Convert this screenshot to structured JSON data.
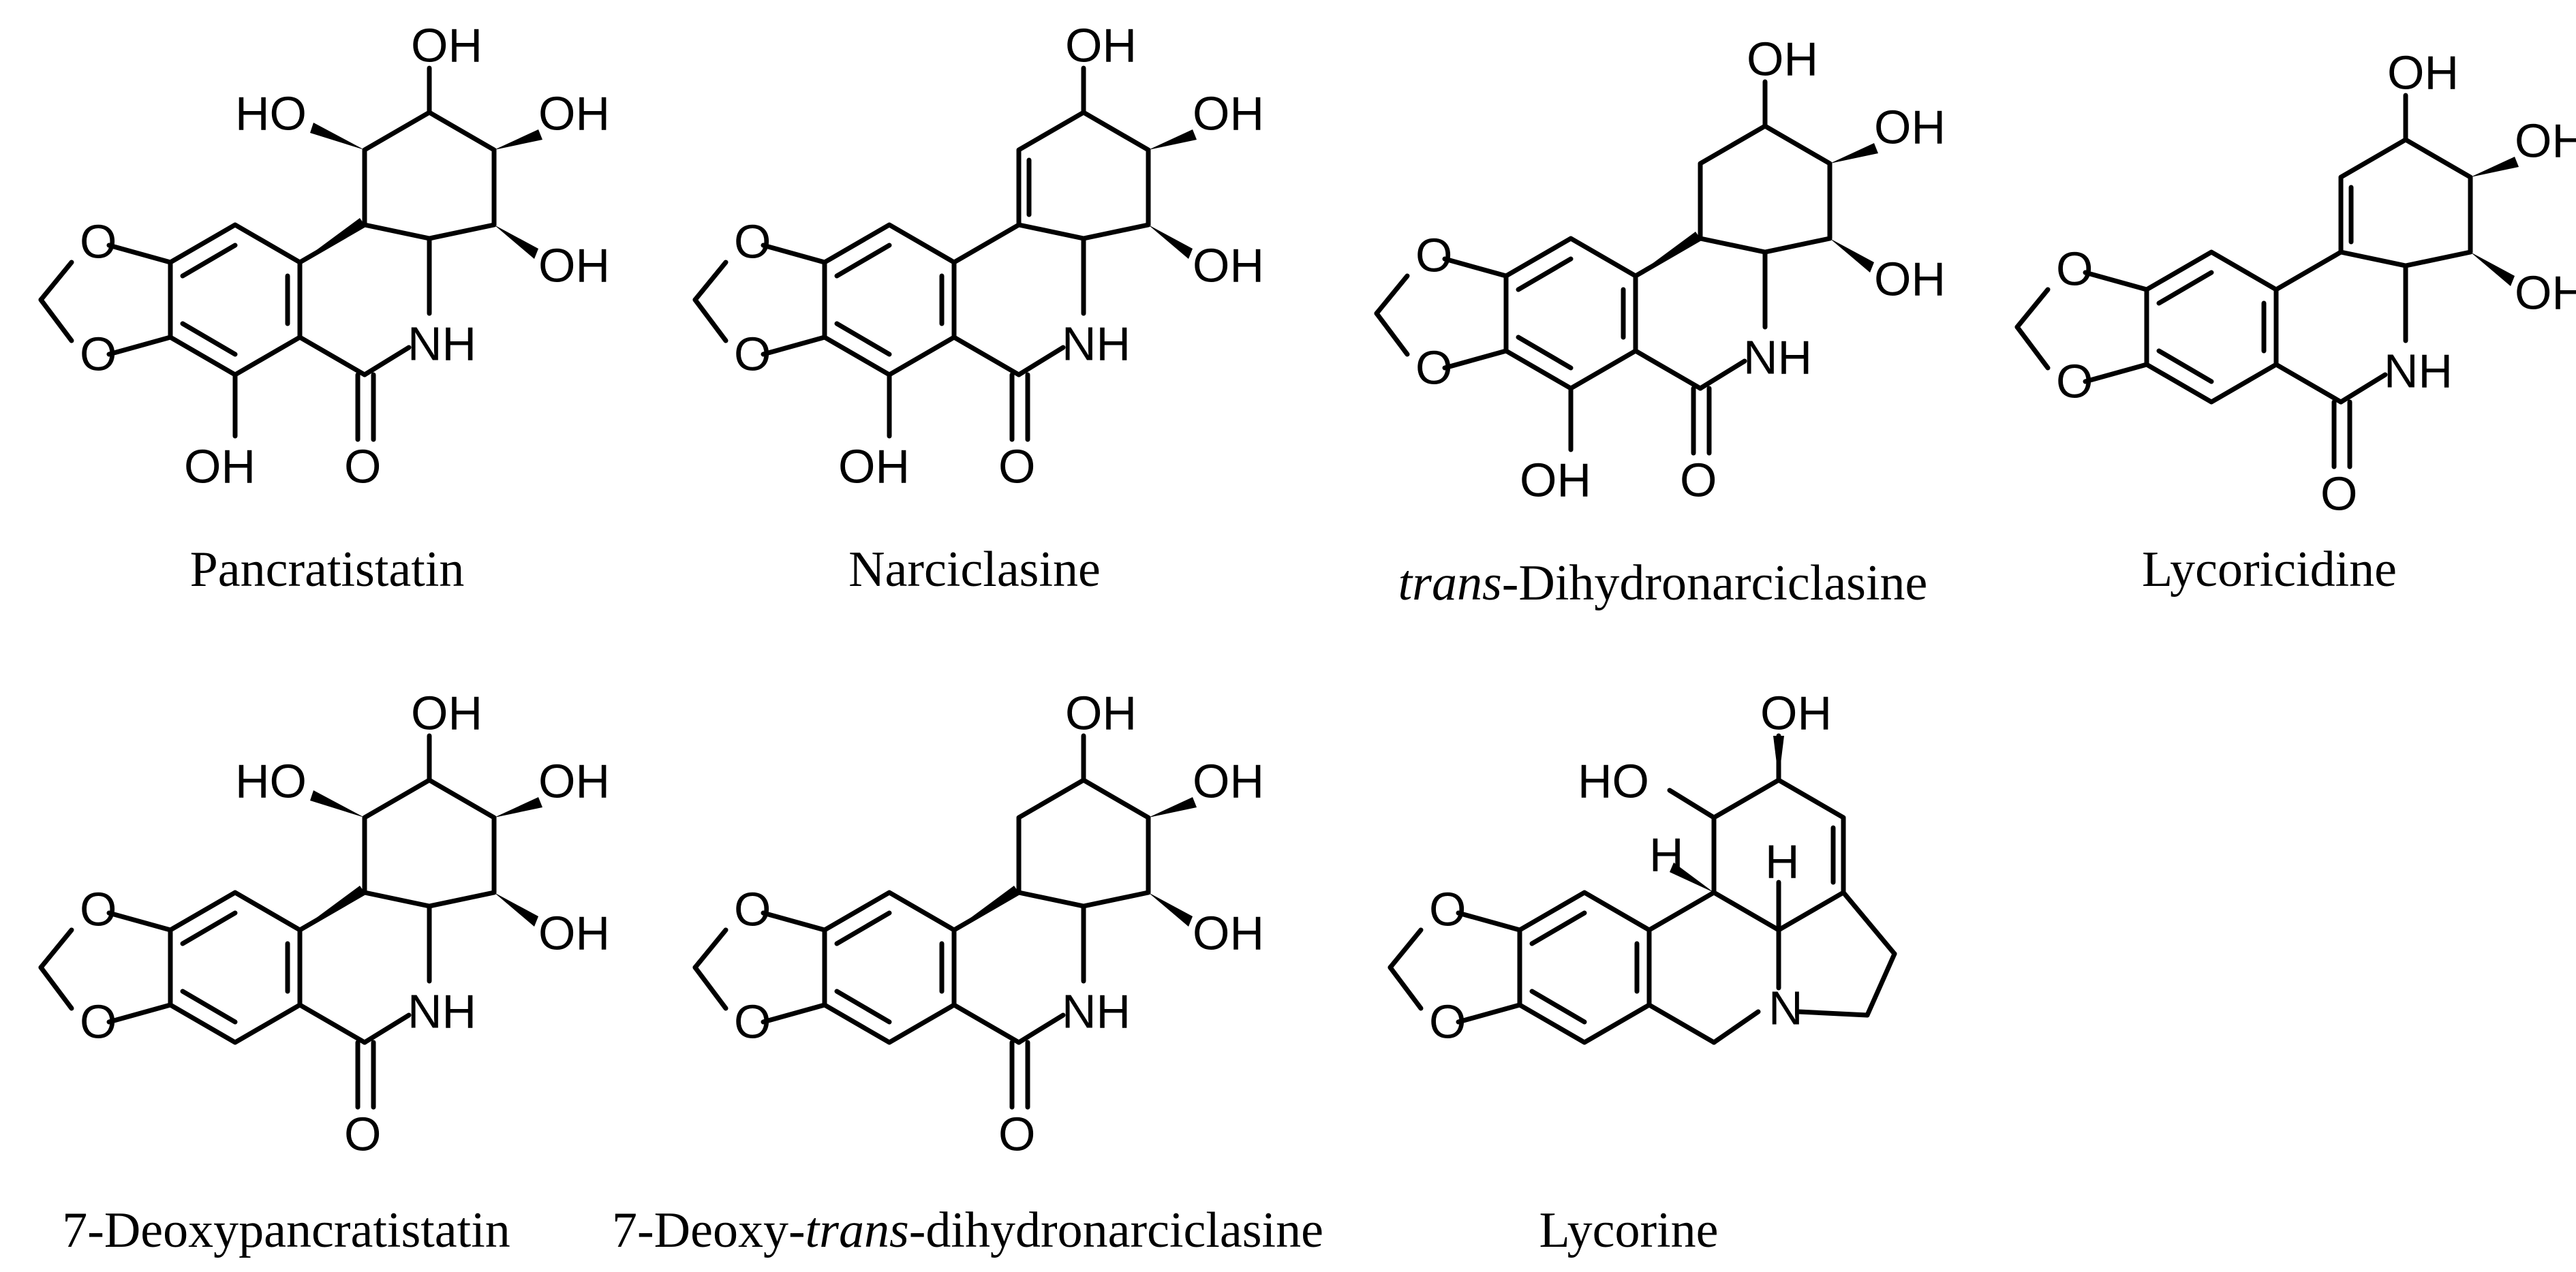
{
  "compounds": [
    {
      "name": "Pancratistatin"
    },
    {
      "name": "Narciclasine"
    },
    {
      "name_prefix": "trans",
      "name_rest": "-Dihydronarciclasine"
    },
    {
      "name": "Lycoricidine"
    },
    {
      "name": "7-Deoxypancratistatin"
    },
    {
      "name_start": "7-Deoxy-",
      "name_italic": "trans",
      "name_end": "-dihydronarciclasine"
    },
    {
      "name": "Lycorine"
    }
  ],
  "atoms": {
    "OH": "OH",
    "HO": "HO",
    "O": "O",
    "NH": "NH",
    "N": "N",
    "H": "H"
  }
}
